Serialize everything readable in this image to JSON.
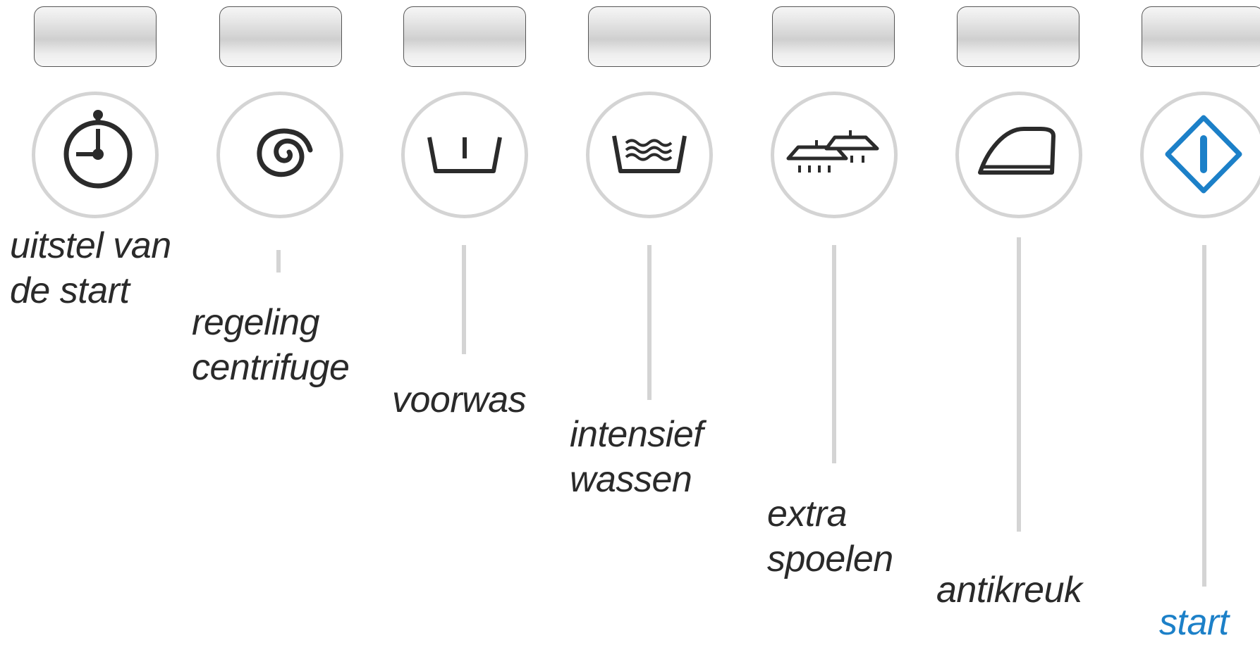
{
  "controls": [
    {
      "id": "delay",
      "icon": "timer-icon",
      "lines": [
        "uitstel van",
        "de start"
      ]
    },
    {
      "id": "spin",
      "icon": "spin-spiral-icon",
      "lines": [
        "regeling",
        "centrifuge"
      ]
    },
    {
      "id": "prewash",
      "icon": "prewash-tub-icon",
      "lines": [
        "voorwas"
      ]
    },
    {
      "id": "intensive",
      "icon": "intensive-wash-tub-icon",
      "lines": [
        "intensief",
        "wassen"
      ]
    },
    {
      "id": "rinse",
      "icon": "extra-rinse-icon",
      "lines": [
        "extra",
        "spoelen"
      ]
    },
    {
      "id": "anticrease",
      "icon": "iron-icon",
      "lines": [
        "antikreuk"
      ]
    },
    {
      "id": "start",
      "icon": "start-diamond-icon",
      "lines": [
        "start"
      ]
    }
  ],
  "colors": {
    "label_text": "#2a2a2a",
    "start_accent": "#1c80c8",
    "ring": "#d4d4d4",
    "icon_stroke": "#2b2b2b"
  }
}
